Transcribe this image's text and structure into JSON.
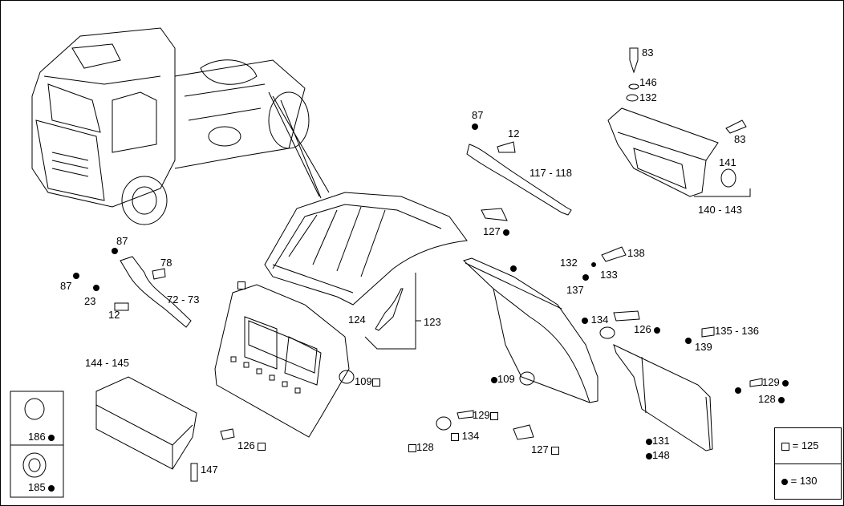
{
  "labels": {
    "l83a": "83",
    "l146": "146",
    "l132a": "132",
    "l83b": "83",
    "l141": "141",
    "l140": "140 - 143",
    "l87a": "87",
    "l12a": "12",
    "l117": "117 - 118",
    "l127a": "127",
    "l87b": "87",
    "l78": "78",
    "l87c": "87",
    "l23": "23",
    "l7273": "72 - 73",
    "l12b": "12",
    "l132b": "132",
    "l138": "138",
    "l137": "137",
    "l133": "133",
    "l124": "124",
    "l123": "123",
    "l134a": "134",
    "l126a": "126",
    "l135": "135 - 136",
    "l139": "139",
    "l144": "144 - 145",
    "l109a": "109",
    "l109b": "109",
    "l129a": "129",
    "l128a": "128",
    "l129b": "129",
    "l134b": "134",
    "l128b": "128",
    "l127b": "127",
    "l126b": "126",
    "l147": "147",
    "l131": "131",
    "l148": "148",
    "l186": "186",
    "l185": "185"
  },
  "legend": {
    "square": "= 125",
    "dot": "= 130"
  }
}
